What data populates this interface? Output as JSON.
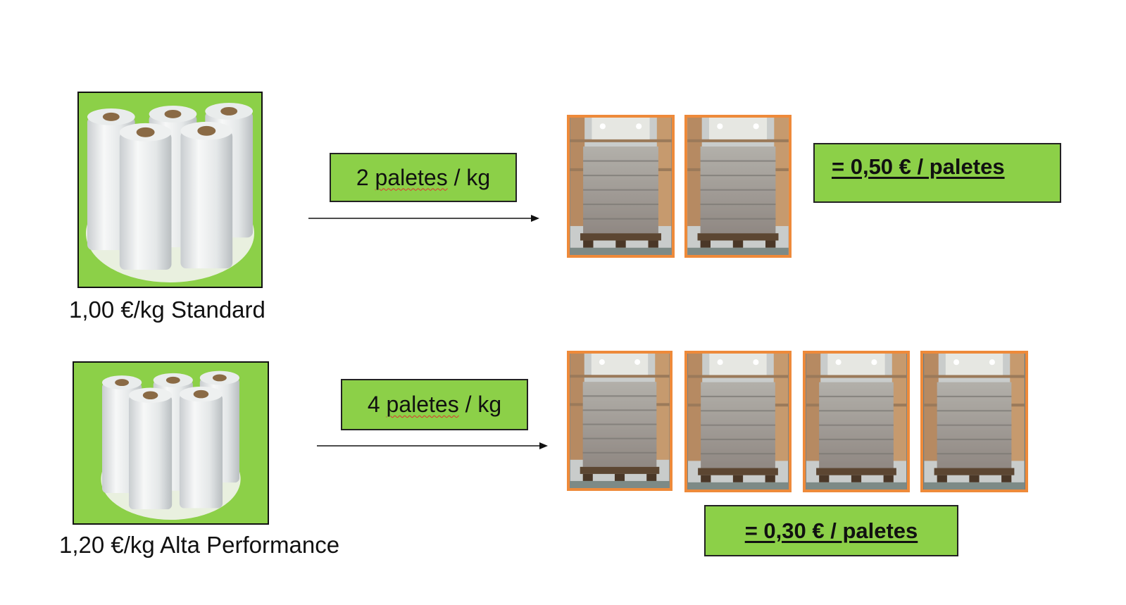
{
  "row1": {
    "product_caption": "1,00 €/kg Standard",
    "rate_prefix": "2",
    "rate_word": "paletes",
    "rate_suffix": "/ kg",
    "result": "= 0,50 € / paletes"
  },
  "row2": {
    "product_caption": "1,20 €/kg Alta Performance",
    "rate_prefix": "4",
    "rate_word": "paletes",
    "rate_suffix": "/ kg",
    "result": "= 0,30 € / paletes"
  },
  "colors": {
    "green": "#8cd048",
    "pallet_border": "#ee8a3a"
  },
  "icons": {
    "product": "stretch-film-rolls",
    "pallet": "wrapped-pallet-photo",
    "arrow": "right-arrow"
  }
}
